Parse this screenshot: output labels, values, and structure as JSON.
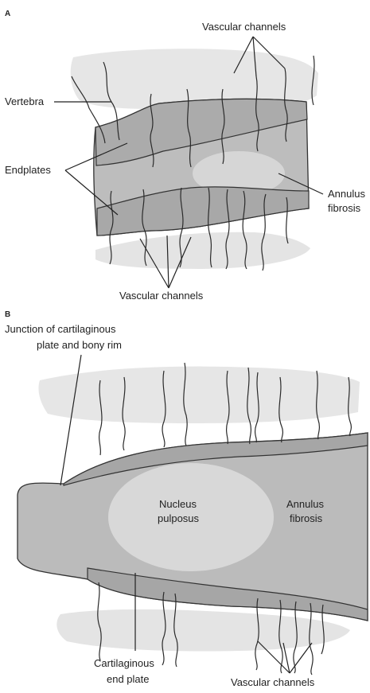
{
  "panel_a": {
    "letter": "A",
    "labels": {
      "vascular_top": "Vascular channels",
      "vertebra": "Vertebra",
      "endplates": "Endplates",
      "annulus_line1": "Annulus",
      "annulus_line2": "fibrosis",
      "vascular_bottom": "Vascular channels"
    }
  },
  "panel_b": {
    "letter": "B",
    "labels": {
      "junction_line1": "Junction of cartilaginous",
      "junction_line2": "plate and bony rim",
      "nucleus_line1": "Nucleus",
      "nucleus_line2": "pulposus",
      "annulus_line1": "Annulus",
      "annulus_line2": "fibrosis",
      "cartilaginous_line1": "Cartilaginous",
      "cartilaginous_line2": "end plate",
      "vascular_bottom": "Vascular channels"
    }
  },
  "colors": {
    "vertebra_fill": "#e6e6e6",
    "disc_fill": "#b9b9b9",
    "endplate_fill": "#a9a9a9",
    "nucleus_fill": "#dcdcdc",
    "line": "#2a2a2a"
  }
}
